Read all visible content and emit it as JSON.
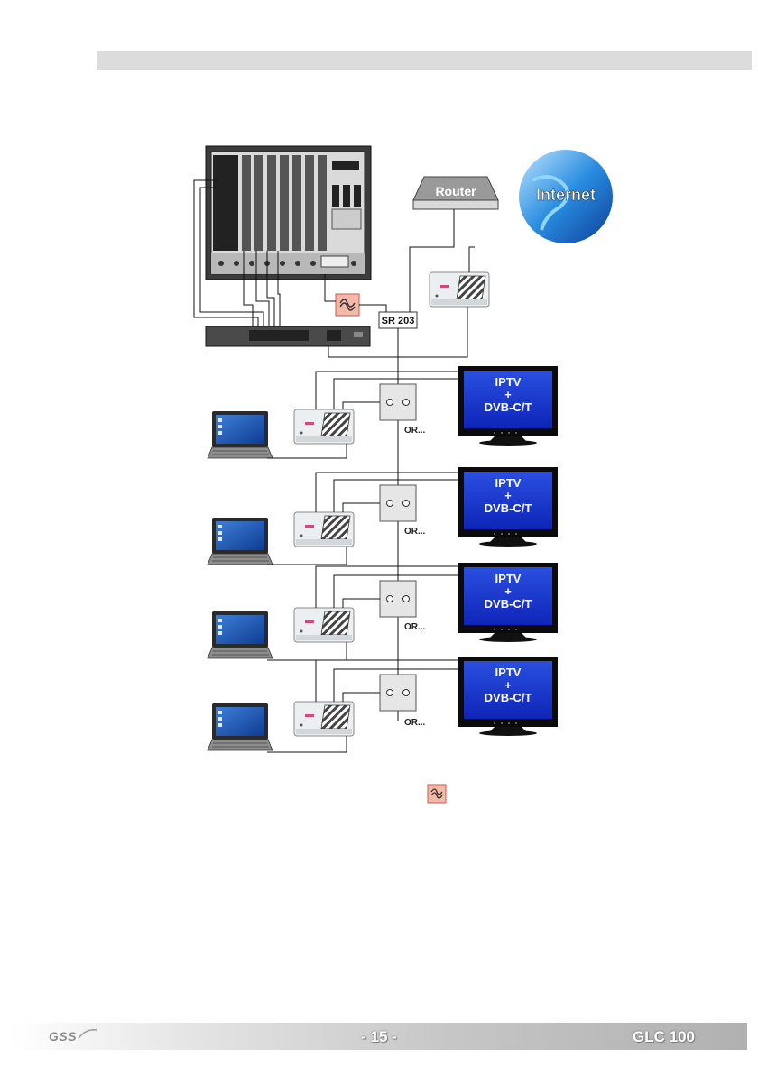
{
  "footer": {
    "logo": "GSS",
    "page_number": "- 15 -",
    "model": "GLC 100"
  },
  "diagram": {
    "router_label": "Router",
    "internet_label": "Internet",
    "splitter_label": "SR 203",
    "tv_line1": "IPTV",
    "tv_line2": "+",
    "tv_line3": "DVB-C/T",
    "or_label": "OR...",
    "filter_icon": "lowpass-filter-icon",
    "rows": [
      {
        "id": 1
      },
      {
        "id": 2
      },
      {
        "id": 3
      },
      {
        "id": 4
      }
    ]
  },
  "colors": {
    "tv_screen": "#1e3cd2",
    "filter_fill": "#f4b9a8",
    "filter_border": "#d0584a",
    "globe": "#2a8de0"
  }
}
